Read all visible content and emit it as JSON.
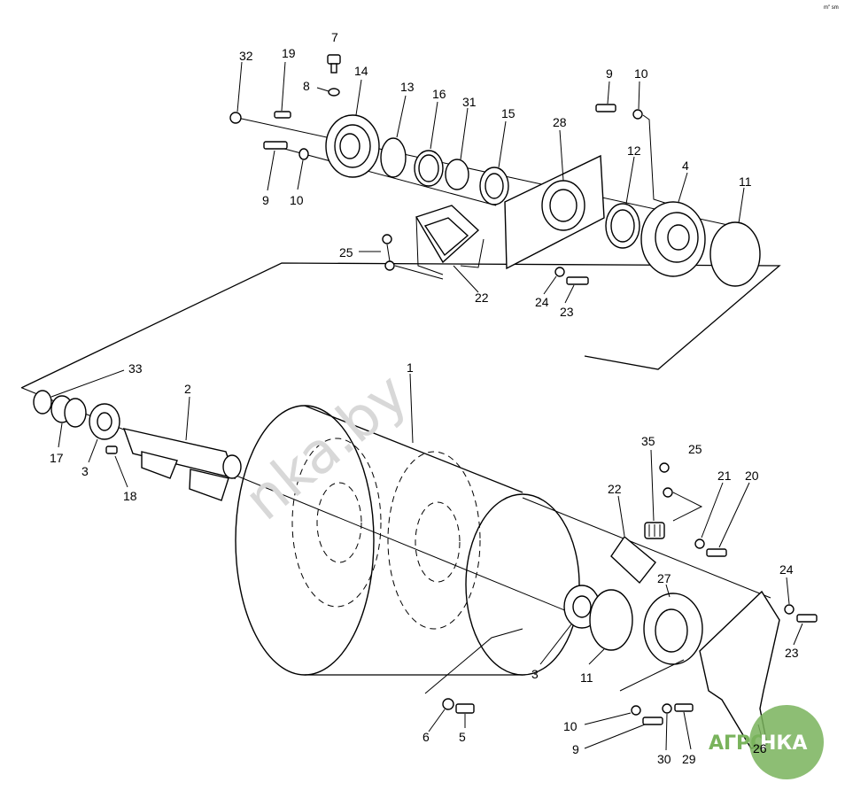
{
  "watermark": "nka.by",
  "corner_mark": "m\" sm",
  "logo": {
    "left": "АГРО",
    "right": "НКА",
    "color": "#79b35c"
  },
  "callouts": {
    "c7": "7",
    "c19": "19",
    "c32": "32",
    "c14": "14",
    "c8": "8",
    "c13": "13",
    "c16": "16",
    "c31": "31",
    "c15": "15",
    "c28": "28",
    "c9t": "9",
    "c10t": "10",
    "c12": "12",
    "c4": "4",
    "c11t": "11",
    "c9l": "9",
    "c10l": "10",
    "c25t": "25",
    "c22t": "22",
    "c24t": "24",
    "c23t": "23",
    "c33": "33",
    "c2": "2",
    "c1": "1",
    "c17": "17",
    "c3l": "3",
    "c18": "18",
    "c35": "35",
    "c25b": "25",
    "c22b": "22",
    "c21": "21",
    "c20": "20",
    "c27": "27",
    "c24b": "24",
    "c23b": "23",
    "c3b": "3",
    "c11b": "11",
    "c6": "6",
    "c5": "5",
    "c10b": "10",
    "c9b": "9",
    "c30": "30",
    "c29": "29",
    "c26": "26"
  }
}
